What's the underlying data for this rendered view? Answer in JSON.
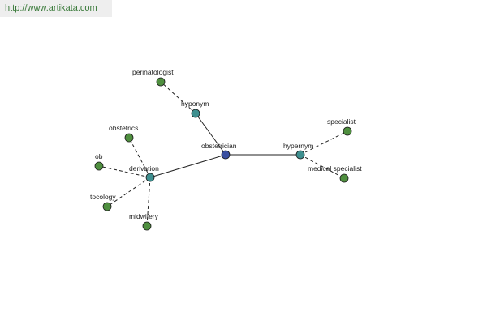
{
  "header": {
    "url": "http://www.artikata.com"
  },
  "colors": {
    "center_node": "#3a4fa0",
    "relation_node": "#3e8f8f",
    "leaf_node": "#4f8f3f",
    "link_text": "#3a7a3a",
    "edge": "#222222"
  },
  "graph": {
    "nodes": [
      {
        "id": "obstetrician",
        "label": "obstetrician",
        "kind": "center"
      },
      {
        "id": "hyponym",
        "label": "hyponym",
        "kind": "relation"
      },
      {
        "id": "hypernym",
        "label": "hypernym",
        "kind": "relation"
      },
      {
        "id": "derivation",
        "label": "derivation",
        "kind": "relation"
      },
      {
        "id": "perinatologist",
        "label": "perinatologist",
        "kind": "leaf"
      },
      {
        "id": "specialist",
        "label": "specialist",
        "kind": "leaf"
      },
      {
        "id": "medical-specialist",
        "label": "medical specialist",
        "kind": "leaf"
      },
      {
        "id": "obstetrics",
        "label": "obstetrics",
        "kind": "leaf"
      },
      {
        "id": "ob",
        "label": "ob",
        "kind": "leaf"
      },
      {
        "id": "tocology",
        "label": "tocology",
        "kind": "leaf"
      },
      {
        "id": "midwifery",
        "label": "midwifery",
        "kind": "leaf"
      }
    ],
    "edges": [
      {
        "from": "obstetrician",
        "to": "hyponym",
        "style": "solid"
      },
      {
        "from": "obstetrician",
        "to": "hypernym",
        "style": "solid"
      },
      {
        "from": "obstetrician",
        "to": "derivation",
        "style": "solid"
      },
      {
        "from": "hyponym",
        "to": "perinatologist",
        "style": "dashed"
      },
      {
        "from": "hypernym",
        "to": "specialist",
        "style": "dashed"
      },
      {
        "from": "hypernym",
        "to": "medical-specialist",
        "style": "dashed"
      },
      {
        "from": "derivation",
        "to": "obstetrics",
        "style": "dashed"
      },
      {
        "from": "derivation",
        "to": "ob",
        "style": "dashed"
      },
      {
        "from": "derivation",
        "to": "tocology",
        "style": "dashed"
      },
      {
        "from": "derivation",
        "to": "midwifery",
        "style": "dashed"
      }
    ]
  }
}
